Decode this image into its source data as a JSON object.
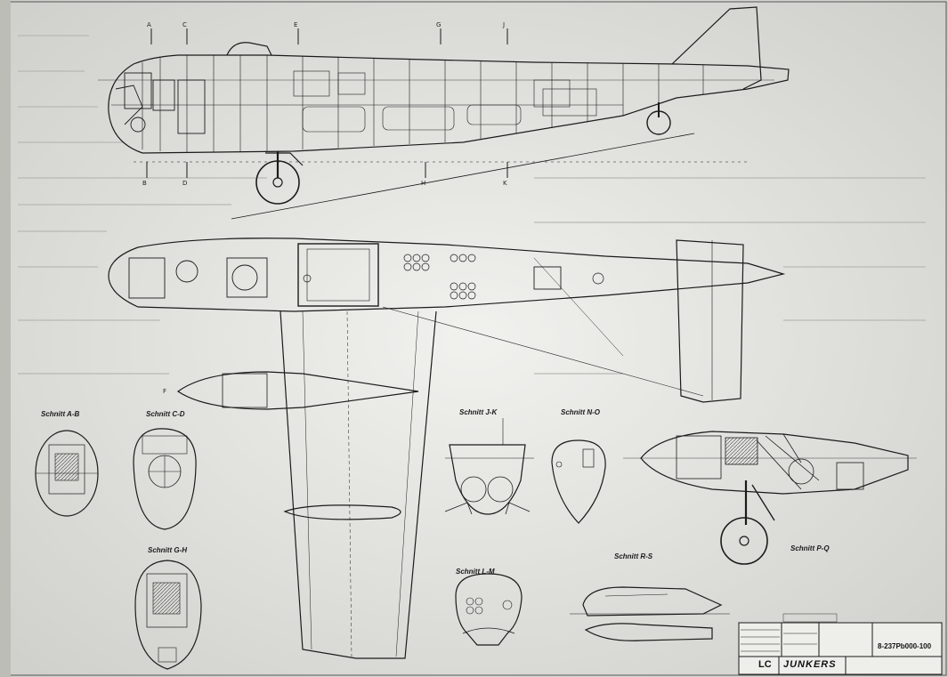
{
  "sections": {
    "ab": "Schnitt A-B",
    "cd": "Schnitt C-D",
    "gh": "Schnitt G-H",
    "jk": "Schnitt J-K",
    "no": "Schnitt N-O",
    "lm": "Schnitt L-M",
    "rs": "Schnitt R-S",
    "pq": "Schnitt P-Q"
  },
  "stations": {
    "a": "A",
    "b": "B",
    "c": "C",
    "d": "D",
    "e": "E",
    "f": "F",
    "g": "G",
    "h": "H",
    "j": "J",
    "k": "K"
  },
  "title_block": {
    "drawing_number": "8-237Pb000-100",
    "prefix": "LC",
    "company": "JUNKERS"
  }
}
